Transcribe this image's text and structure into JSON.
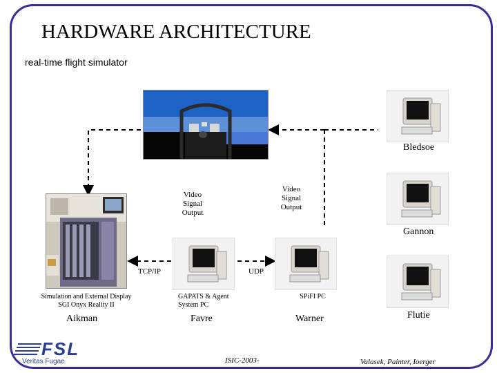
{
  "header": {
    "title": "HARDWARE ARCHITECTURE",
    "subtitle": "real-time flight simulator"
  },
  "computers": {
    "bledsoe": "Bledsoe",
    "gannon": "Gannon",
    "flutie": "Flutie",
    "aikman": "Aikman",
    "favre": "Favre",
    "warner": "Warner"
  },
  "captions": {
    "sgi_line1": "Simulation and External Display",
    "sgi_line2": "SGI Onyx Reality II",
    "gapats_line1": "GAPATS & Agent",
    "gapats_line2": "System PC",
    "spifi": "SPiFI PC"
  },
  "links": {
    "video_left_1": "Video",
    "video_left_2": "Signal",
    "video_left_3": "Output",
    "video_right_1": "Video",
    "video_right_2": "Signal",
    "video_right_3": "Output",
    "tcpip": "TCP/IP",
    "udp": "UDP"
  },
  "footer": {
    "center": "ISIC-2003-",
    "right": "Valasek, Painter, Ioerger",
    "logo": "FSL",
    "logo_motto": "Veritas Fugae"
  },
  "colors": {
    "frame": "#3a2a9a",
    "logo": "#2b3d8f"
  }
}
